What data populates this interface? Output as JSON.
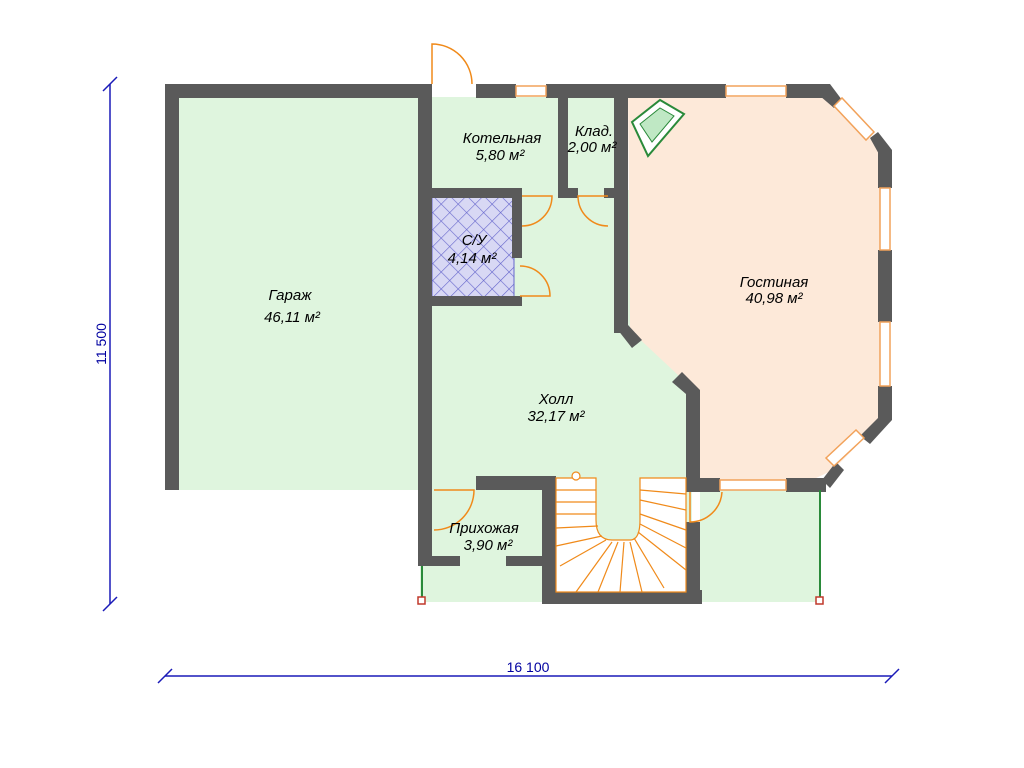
{
  "colors": {
    "wall": "#5a5a5a",
    "floor_green": "#dff5de",
    "floor_living": "#fde9d9",
    "bathroom_fill": "#d8d8f4",
    "bathroom_grid": "#6666cc",
    "door_swing": "#f08a1a",
    "dimension": "#1a1ab8",
    "window": "#f2a25a"
  },
  "rooms": [
    {
      "key": "garage",
      "name": "Гараж",
      "area": "46,11 м²"
    },
    {
      "key": "boiler",
      "name": "Котельная",
      "area": "5,80 м²"
    },
    {
      "key": "storage",
      "name": "Клад.",
      "area": "2,00 м²"
    },
    {
      "key": "bathroom",
      "name": "С/У",
      "area": "4,14 м²"
    },
    {
      "key": "living",
      "name": "Гостиная",
      "area": "40,98 м²"
    },
    {
      "key": "hall",
      "name": "Холл",
      "area": "32,17 м²"
    },
    {
      "key": "entry",
      "name": "Прихожая",
      "area": "3,90 м²"
    }
  ],
  "dimensions": {
    "height": "11 500",
    "width": "16 100"
  }
}
